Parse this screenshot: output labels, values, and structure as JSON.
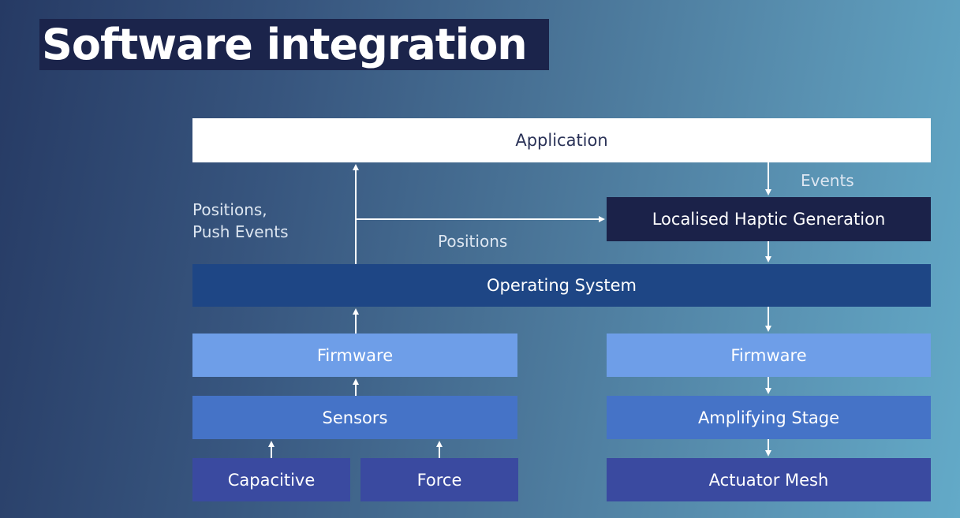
{
  "title": "Software integration",
  "blocks": {
    "application": "Application",
    "localised_haptic_generation": "Localised Haptic Generation",
    "operating_system": "Operating System",
    "firmware_input": "Firmware",
    "firmware_output": "Firmware",
    "sensors": "Sensors",
    "amplifying_stage": "Amplifying Stage",
    "capacitive": "Capacitive",
    "force": "Force",
    "actuator_mesh": "Actuator Mesh"
  },
  "edge_labels": {
    "events": "Events",
    "positions_push_line1": "Positions,",
    "positions_push_line2": "Push Events",
    "positions": "Positions"
  },
  "colors": {
    "title_bg": "#1b244b",
    "application": "#ffffff",
    "haptic_generation": "#1b2249",
    "operating_system": "#1e4685",
    "firmware": "#6e9ee8",
    "middle_layer": "#4573c7",
    "bottom_layer": "#3a4aa0"
  }
}
